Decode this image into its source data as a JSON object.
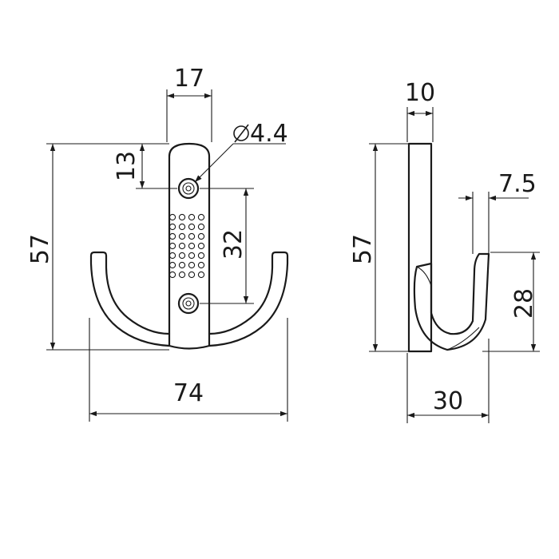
{
  "front_view": {
    "dimensions": {
      "width_plate": "17",
      "hole_offset": "13",
      "hole_diameter": "4.4",
      "hole_spacing": "32",
      "height": "57",
      "width_total": "74"
    }
  },
  "side_view": {
    "dimensions": {
      "thickness": "10",
      "hook_gap": "7.5",
      "height": "57",
      "hook_height": "28",
      "depth": "30"
    }
  }
}
